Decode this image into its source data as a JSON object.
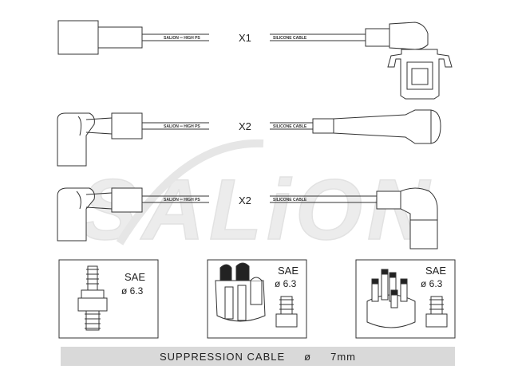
{
  "watermark": {
    "text": "SALiON"
  },
  "cables": [
    {
      "quantity": "X1",
      "print_left": "SALION ═ HIGH PS",
      "print_right": "SILICONE CABLE"
    },
    {
      "quantity": "X2",
      "print_left": "SALION ═ HIGH PS",
      "print_right": "SILICONE CABLE"
    },
    {
      "quantity": "X2",
      "print_left": "SALION ═ HIGH PS",
      "print_right": "SILICONE CABLE"
    }
  ],
  "terminals": [
    {
      "standard": "SAE",
      "size": "ø 6.3"
    },
    {
      "standard": "SAE",
      "size": "ø 6.3"
    },
    {
      "standard": "SAE",
      "size": "ø 6.3"
    }
  ],
  "footer": {
    "label": "SUPPRESSION CABLE",
    "symbol": "ø",
    "value": "7mm"
  }
}
